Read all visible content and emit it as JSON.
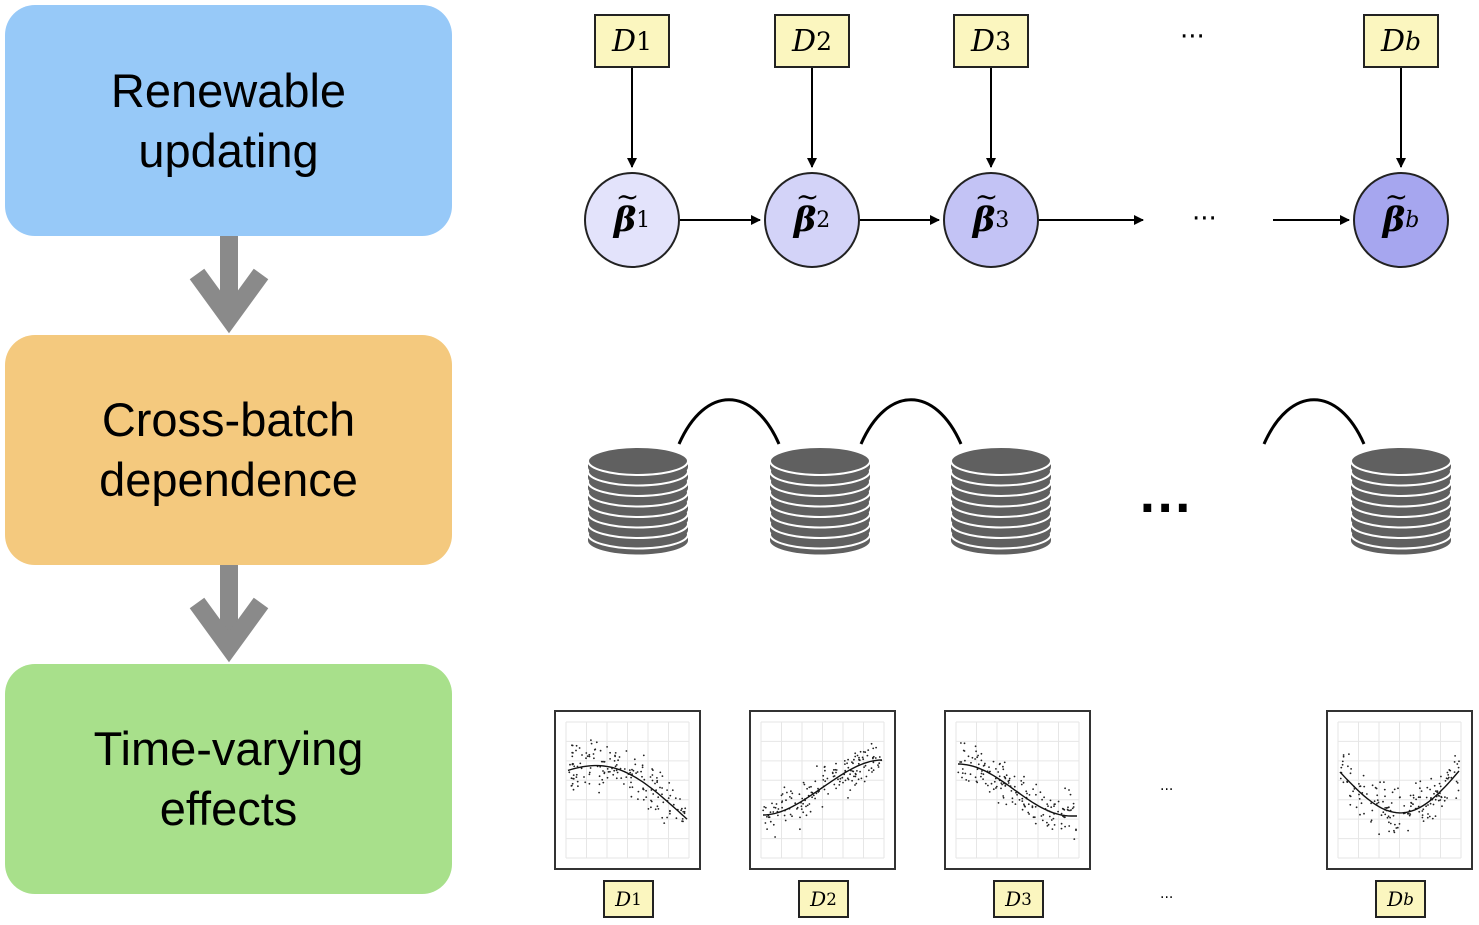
{
  "stages": [
    {
      "label": "Renewable\nupdating",
      "color": "#97c9f8"
    },
    {
      "label": "Cross-batch\ndependence",
      "color": "#f4c97e"
    },
    {
      "label": "Time-varying\neffects",
      "color": "#a8e08b"
    }
  ],
  "flow_arrow_color": "#8a8a8a",
  "data_batches": [
    {
      "symbol": "D",
      "sub": "1"
    },
    {
      "symbol": "D",
      "sub": "2"
    },
    {
      "symbol": "D",
      "sub": "3"
    },
    {
      "symbol": "D",
      "sub": "b"
    }
  ],
  "estimates": [
    {
      "symbol": "β",
      "sub": "1",
      "fill": "#e3e3fb"
    },
    {
      "symbol": "β",
      "sub": "2",
      "fill": "#d3d3f8"
    },
    {
      "symbol": "β",
      "sub": "3",
      "fill": "#c3c3f5"
    },
    {
      "symbol": "β",
      "sub": "b",
      "fill": "#a6a6ef"
    }
  ],
  "ellipsis": "···",
  "ellipsis_db": "...",
  "ellipsis_small": "...",
  "database_color": "#606060",
  "label_fill": "#fbf6bf"
}
